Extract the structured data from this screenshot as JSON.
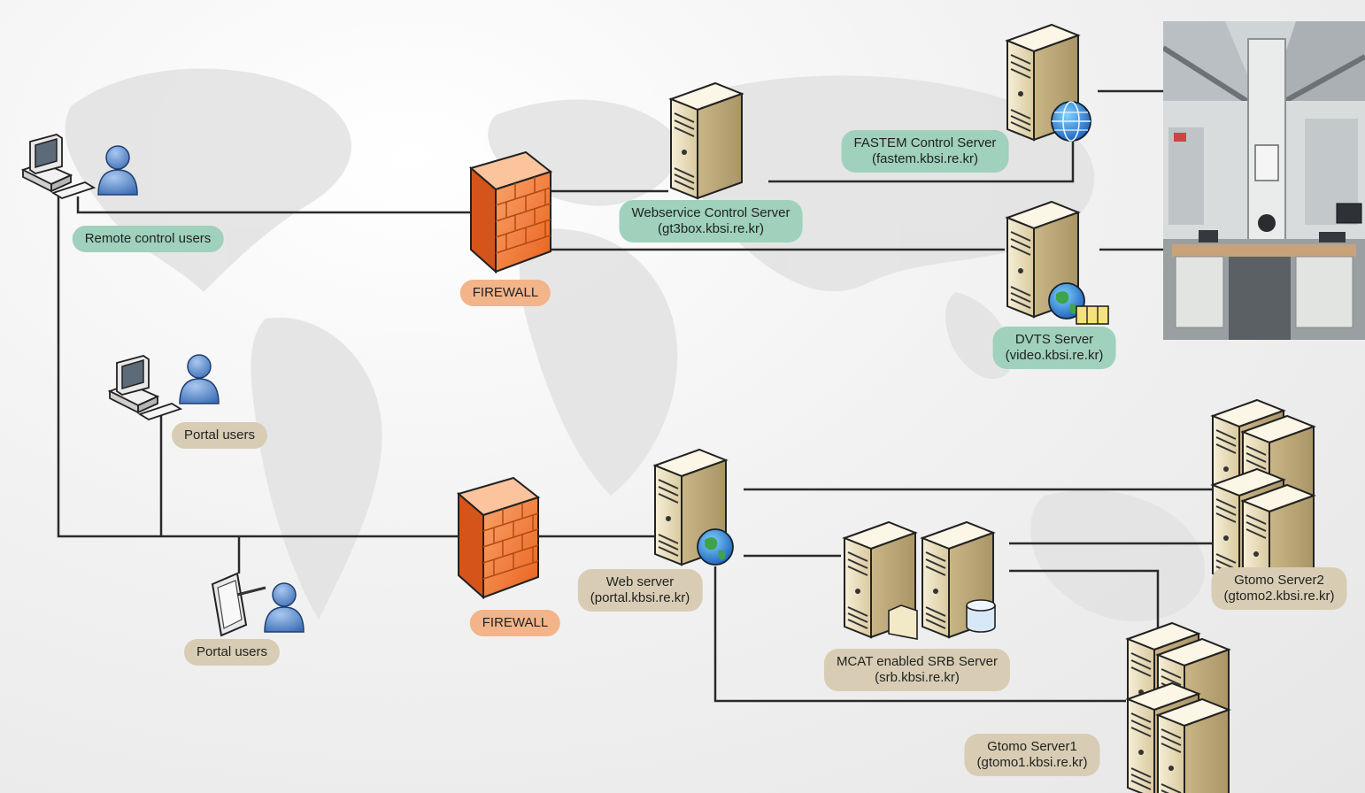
{
  "labels": {
    "fastem": {
      "line1": "FASTEM Control Server",
      "line2": "(fastem.kbsi.re.kr)"
    },
    "webservice": {
      "line1": "Webservice Control Server",
      "line2": "(gt3box.kbsi.re.kr)"
    },
    "remote_users": {
      "line1": "Remote control users"
    },
    "firewall_top": {
      "line1": "FIREWALL"
    },
    "dvts": {
      "line1": "DVTS Server",
      "line2": "(video.kbsi.re.kr)"
    },
    "portal_users_1": {
      "line1": "Portal users"
    },
    "portal_users_2": {
      "line1": "Portal users"
    },
    "firewall_bottom": {
      "line1": "FIREWALL"
    },
    "web_server": {
      "line1": "Web server",
      "line2": "(portal.kbsi.re.kr)"
    },
    "srb": {
      "line1": "MCAT enabled SRB Server",
      "line2": "(srb.kbsi.re.kr)"
    },
    "gtomo2": {
      "line1": "Gtomo Server2",
      "line2": "(gtomo2.kbsi.re.kr)"
    },
    "gtomo1": {
      "line1": "Gtomo Server1",
      "line2": "(gtomo1.kbsi.re.kr)"
    }
  },
  "colors": {
    "line": "#2a2a2a",
    "label_green": "#9fd1bd",
    "label_tan": "#d8cdb4",
    "label_orange": "#f3b48a",
    "firewall": "#f07a30",
    "server": "#e8dcb8",
    "user": "#5b8ccc"
  },
  "icons": [
    "computer-icon",
    "user-icon",
    "tablet-icon",
    "firewall-icon",
    "server-icon",
    "globe-icon",
    "folder-icon",
    "database-icon",
    "video-icon"
  ]
}
